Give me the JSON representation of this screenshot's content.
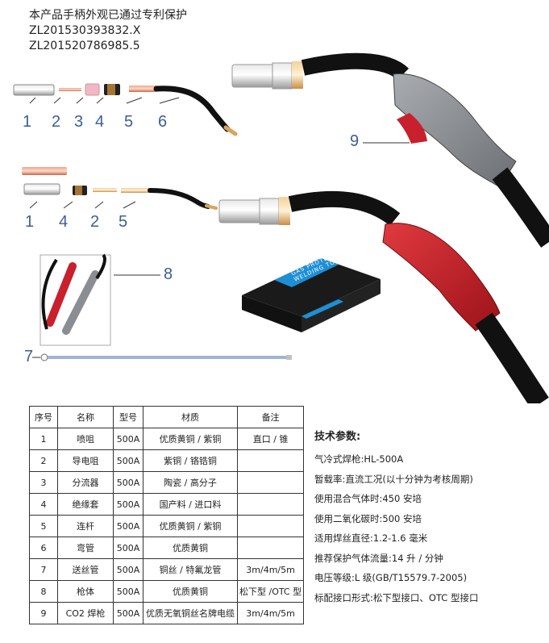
{
  "patent": {
    "line1": "本产品手柄外观已通过专利保护",
    "line2": "ZL201530393832.X",
    "line3": "ZL201520786985.5"
  },
  "labels": {
    "top_row": [
      "1",
      "2",
      "3",
      "4",
      "5",
      "6"
    ],
    "middle_row": [
      "1",
      "4",
      "2",
      "5"
    ],
    "handle_grey": "9",
    "inset": "8",
    "liner": "7"
  },
  "box_text": {
    "line1": "GAS PROTECTION",
    "line2": "WELDING TORCH"
  },
  "table": {
    "headers": [
      "序号",
      "名称",
      "型号",
      "材质",
      "备注"
    ],
    "rows": [
      [
        "1",
        "喷咀",
        "500A",
        "优质黄铜 / 紫铜",
        "直口 / 锥"
      ],
      [
        "2",
        "导电咀",
        "500A",
        "紫铜 / 铬锆铜",
        ""
      ],
      [
        "3",
        "分流器",
        "500A",
        "陶瓷 / 高分子",
        ""
      ],
      [
        "4",
        "绝缘套",
        "500A",
        "国产料 / 进口料",
        ""
      ],
      [
        "5",
        "连杆",
        "500A",
        "优质黄铜 / 紫铜",
        ""
      ],
      [
        "6",
        "弯管",
        "500A",
        "优质黄铜",
        ""
      ],
      [
        "7",
        "送丝管",
        "500A",
        "铜丝 / 特氟龙管",
        "3m/4m/5m"
      ],
      [
        "8",
        "枪体",
        "500A",
        "优质黄铜",
        "松下型 /OTC 型"
      ],
      [
        "9",
        "CO2 焊枪",
        "500A",
        "优质无氧铜丝名牌电缆",
        "3m/4m/5m"
      ]
    ]
  },
  "params": {
    "title": "技术参数:",
    "lines": [
      "气冷式焊枪:HL-500A",
      "暂载率:直流工况(以十分钟为考核周期)",
      "使用混合气体时:450 安培",
      "使用二氧化碳时:500 安培",
      "适用焊丝直径:1.2-1.6 毫米",
      "推荐保护气体流量:14 升 / 分钟",
      "电压等级:L 级(GB/T15579.7-2005)",
      "标配接口形式:松下型接口、OTC 型接口"
    ]
  },
  "colors": {
    "label_blue": "#3b5f96",
    "handle_red": "#c8202d",
    "handle_grey": "#8a8d91",
    "box_blue": "#1e8fd6"
  }
}
